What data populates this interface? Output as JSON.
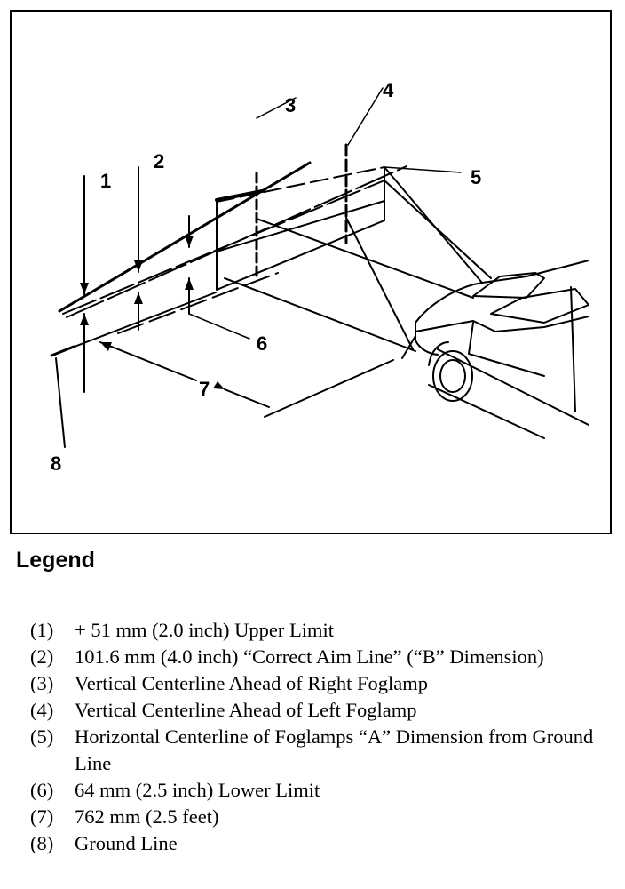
{
  "figure": {
    "callouts": [
      "1",
      "2",
      "3",
      "4",
      "5",
      "6",
      "7",
      "8"
    ]
  },
  "legend": {
    "title": "Legend",
    "items": [
      {
        "num": "(1)",
        "text": "+ 51 mm (2.0 inch) Upper Limit"
      },
      {
        "num": "(2)",
        "text": "101.6 mm (4.0 inch) “Correct Aim Line” (“B” Dimension)"
      },
      {
        "num": "(3)",
        "text": "Vertical Centerline Ahead of Right Foglamp"
      },
      {
        "num": "(4)",
        "text": "Vertical Centerline Ahead of Left Foglamp"
      },
      {
        "num": "(5)",
        "text": "Horizontal Centerline of Foglamps “A” Dimension from Ground Line"
      },
      {
        "num": "(6)",
        "text": "64 mm (2.5 inch) Lower Limit"
      },
      {
        "num": "(7)",
        "text": "762 mm (2.5 feet)"
      },
      {
        "num": "(8)",
        "text": "Ground Line"
      }
    ]
  }
}
